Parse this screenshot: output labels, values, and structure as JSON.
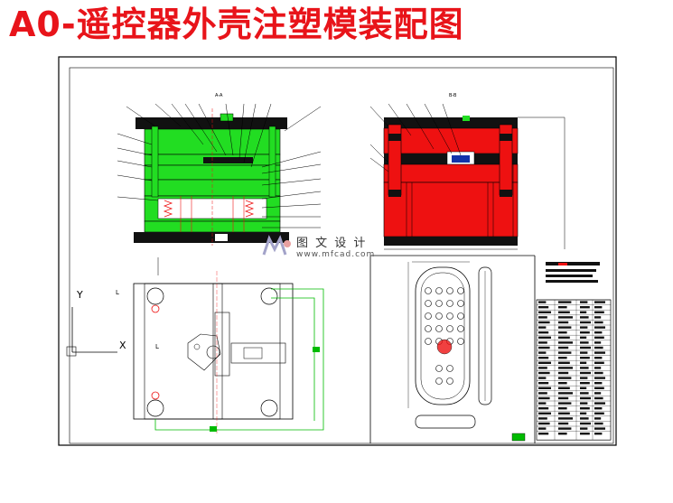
{
  "title": "A0-遥控器外壳注塑模装配图",
  "colors": {
    "title": "#e8141a",
    "mold_green": "#22dd22",
    "mold_red": "#ee1111",
    "plate_dark": "#111111",
    "line": "#000000",
    "dim_green": "#00bb00"
  },
  "watermark": {
    "text_cn": "图 文 设 计",
    "text_url": "www.mfcad.com",
    "icon": "mfcad-logo-icon"
  },
  "views": {
    "front_section_label": "A-A",
    "side_section_label": "B-B"
  }
}
